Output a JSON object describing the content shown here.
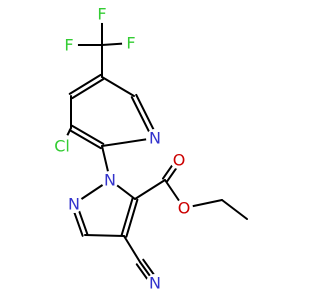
{
  "molecule": {
    "atoms": [
      {
        "id": "F1",
        "label": "F",
        "color": "#33cc33"
      },
      {
        "id": "F2",
        "label": "F",
        "color": "#33cc33"
      },
      {
        "id": "F3",
        "label": "F",
        "color": "#33cc33"
      },
      {
        "id": "CL",
        "label": "Cl",
        "color": "#33cc33"
      },
      {
        "id": "NPY",
        "label": "N",
        "color": "#3333cc"
      },
      {
        "id": "N1",
        "label": "N",
        "color": "#3333cc"
      },
      {
        "id": "N2",
        "label": "N",
        "color": "#3333cc"
      },
      {
        "id": "OC",
        "label": "O",
        "color": "#cc0000"
      },
      {
        "id": "OE",
        "label": "O",
        "color": "#cc0000"
      },
      {
        "id": "NCN",
        "label": "N",
        "color": "#3333cc"
      }
    ]
  }
}
